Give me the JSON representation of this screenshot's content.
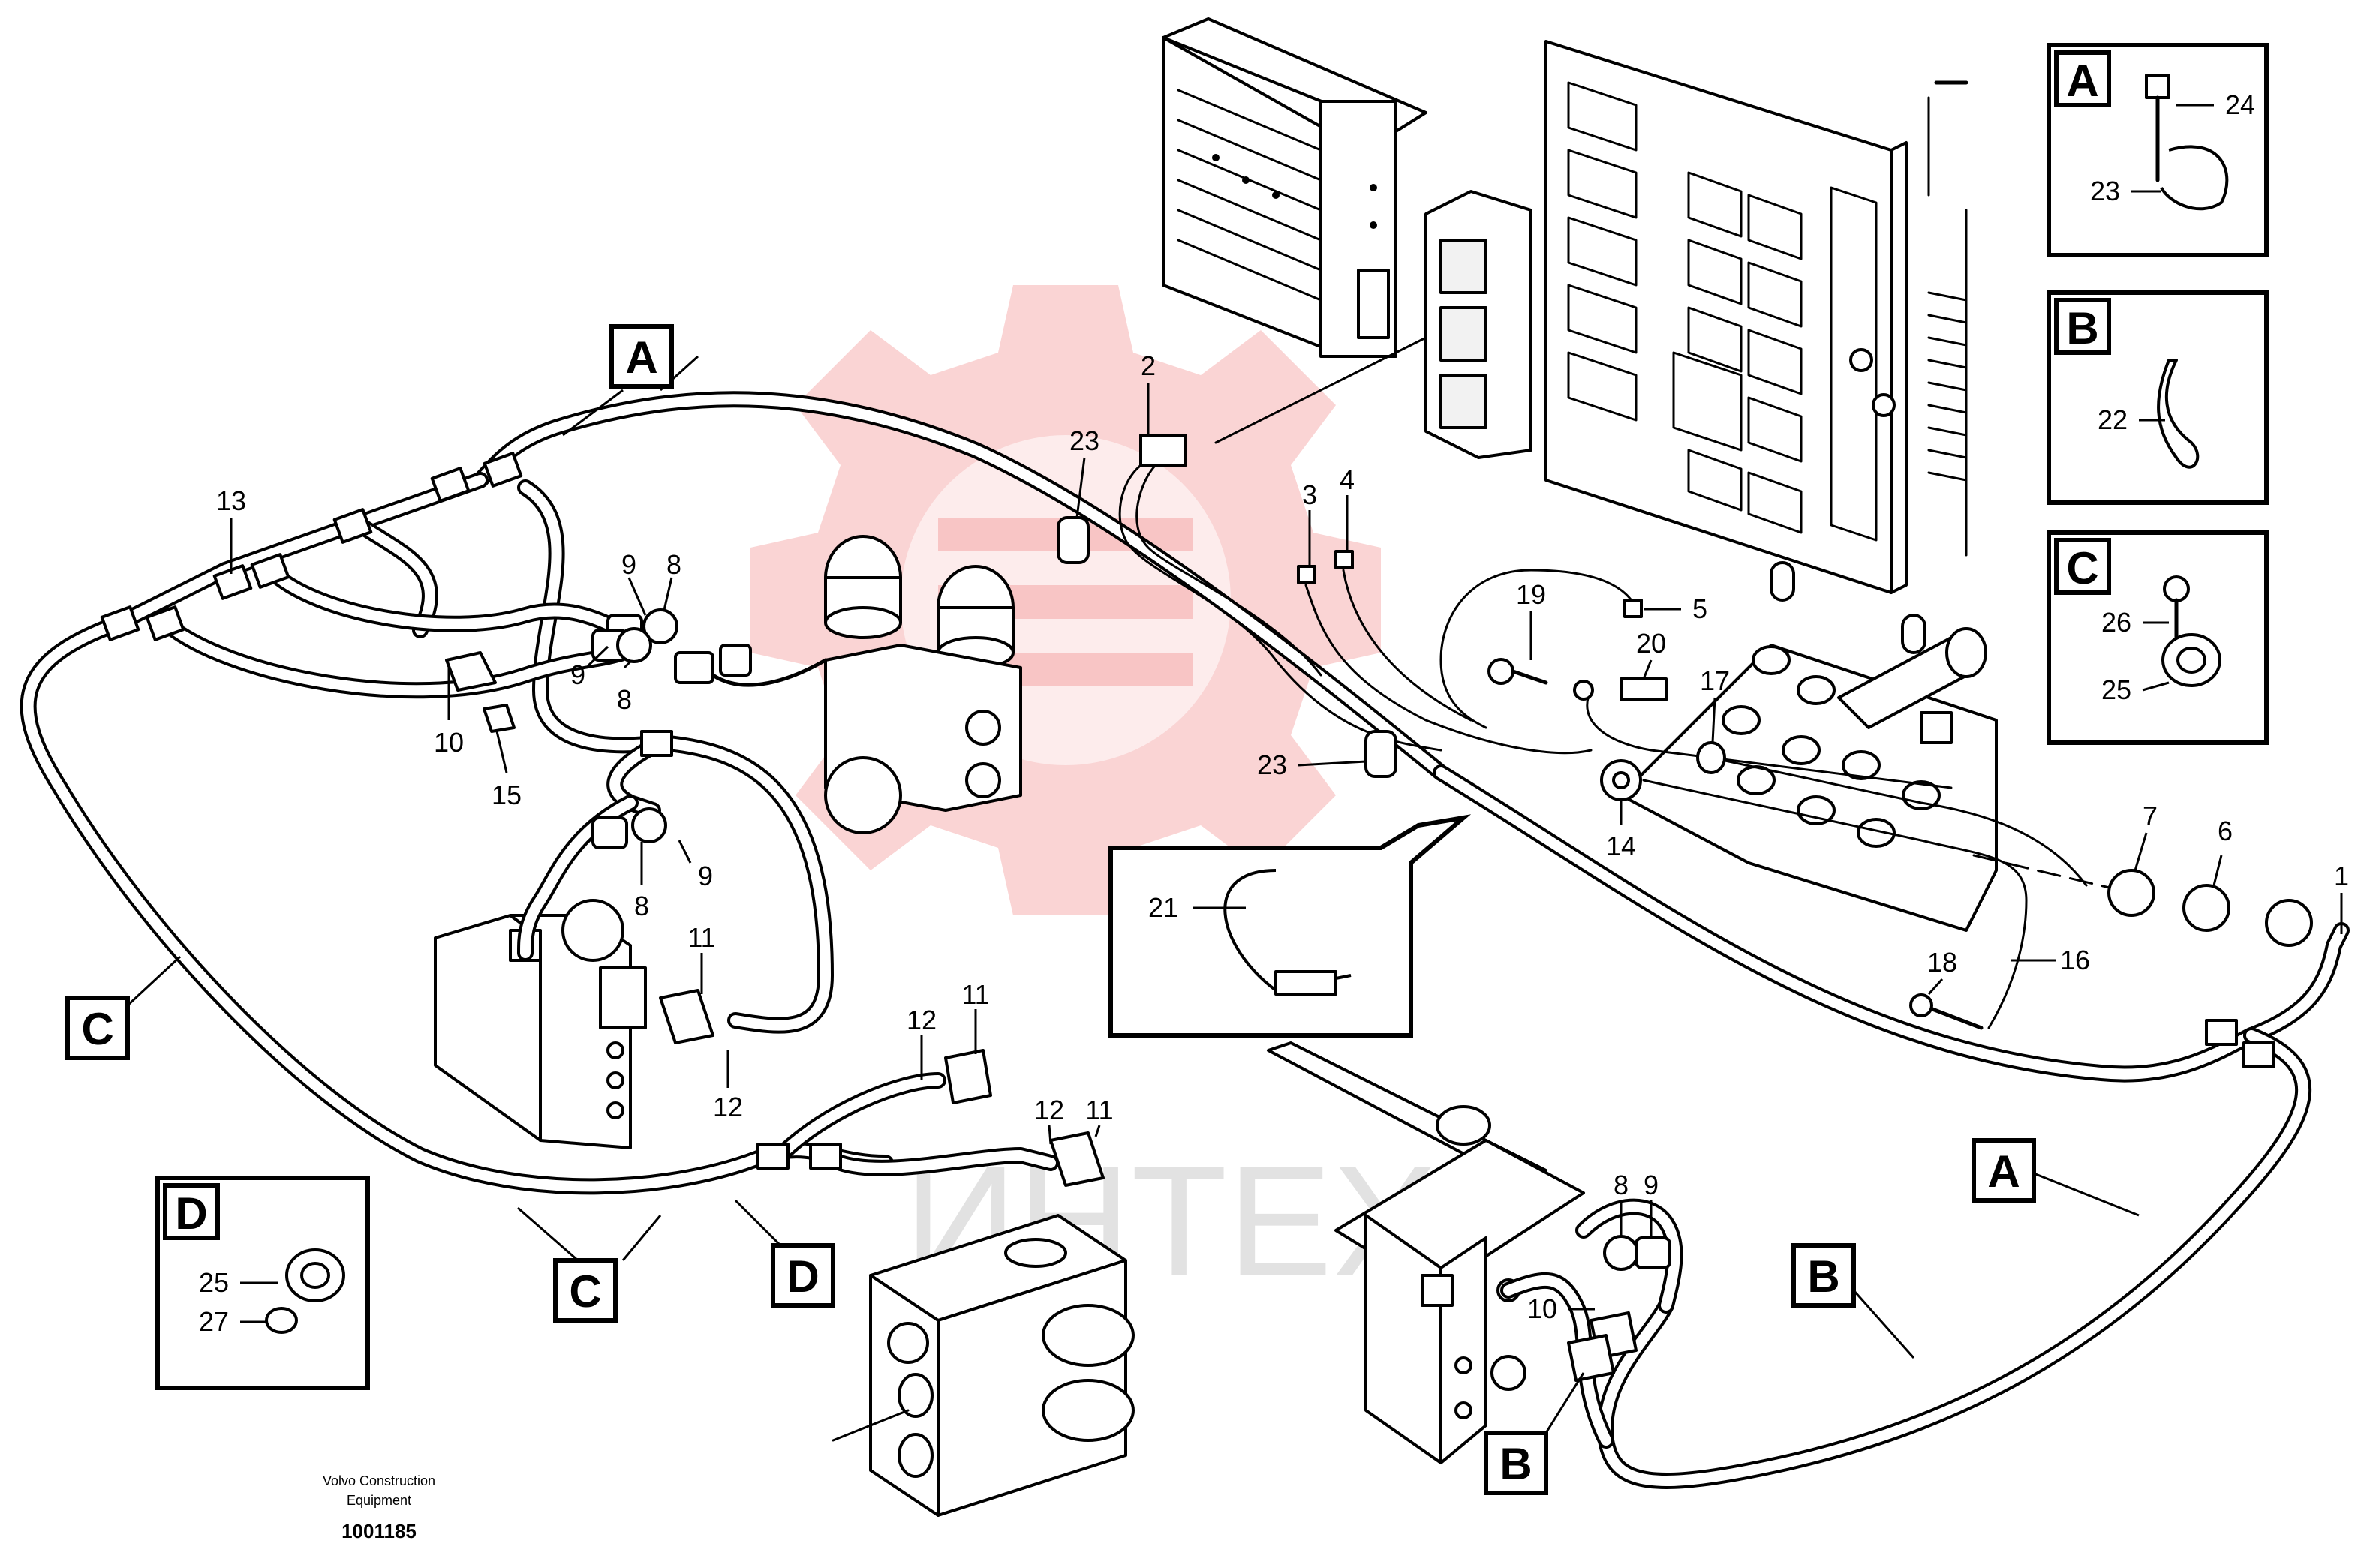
{
  "diagram": {
    "callouts": {
      "c1": "1",
      "c2": "2",
      "c3": "3",
      "c4": "4",
      "c5": "5",
      "c6": "6",
      "c7": "7",
      "c8a": "8",
      "c8b": "8",
      "c8c": "8",
      "c8d": "8",
      "c9a": "9",
      "c9b": "9",
      "c9c": "9",
      "c9d": "9",
      "c10a": "10",
      "c10b": "10",
      "c11a": "11",
      "c11b": "11",
      "c11c": "11",
      "c12a": "12",
      "c12b": "12",
      "c12c": "12",
      "c13": "13",
      "c14": "14",
      "c15": "15",
      "c16": "16",
      "c17": "17",
      "c18": "18",
      "c19": "19",
      "c20": "20",
      "c21": "21",
      "c23a": "23",
      "c23b": "23"
    },
    "section_markers": {
      "a1": "A",
      "a2": "A",
      "b1": "B",
      "b2": "B",
      "c1": "C",
      "c2": "C",
      "d1": "D"
    },
    "insets": {
      "A": {
        "letter": "A",
        "labels": [
          "24",
          "23"
        ]
      },
      "B": {
        "letter": "B",
        "labels": [
          "22"
        ]
      },
      "C": {
        "letter": "C",
        "labels": [
          "26",
          "25"
        ]
      },
      "D": {
        "letter": "D",
        "labels": [
          "25",
          "27"
        ]
      }
    },
    "footer": {
      "company": "Volvo Construction",
      "company2": "Equipment",
      "number": "1001185"
    },
    "watermark": "ИНТЕХ",
    "colors": {
      "line": "#000000",
      "watermark": "#e83a3a"
    }
  }
}
